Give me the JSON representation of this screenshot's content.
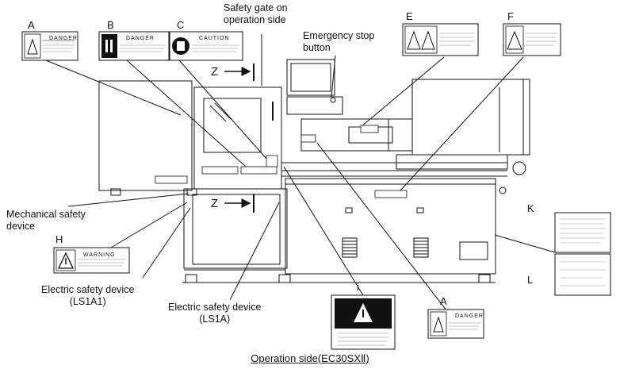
{
  "labels": {
    "safety_gate": [
      "Safety gate on",
      "operation side"
    ],
    "emergency_stop": [
      "Emergency stop",
      "button"
    ],
    "mech_safety": [
      "Mechanical safety",
      "device"
    ],
    "elec_ls1a1": [
      "Electric safety device",
      "(LS1A1)"
    ],
    "elec_ls1a": [
      "Electric safety device",
      "(LS1A)"
    ],
    "z_top": "Z",
    "z_bottom": "Z"
  },
  "tags": {
    "A": "A",
    "B": "B",
    "C": "C",
    "E": "E",
    "F": "F",
    "H": "H",
    "i": "i",
    "K": "K",
    "L": "L",
    "A2": "A"
  },
  "plates": {
    "danger": "DANGER",
    "caution": "CAUTION",
    "warning": "WARNING"
  },
  "caption": "Operation side(EC30SXⅡ)"
}
